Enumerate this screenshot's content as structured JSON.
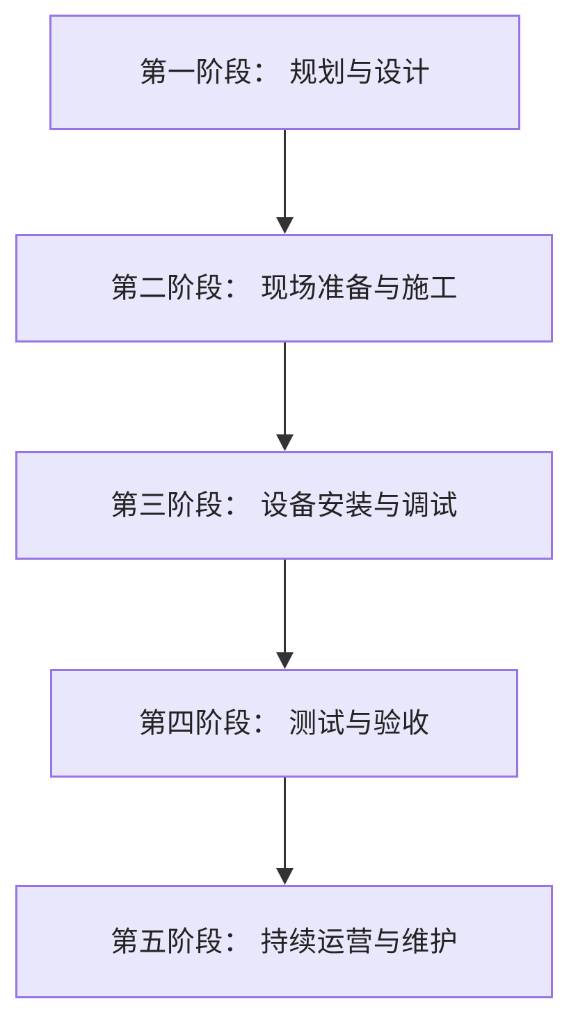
{
  "diagram": {
    "type": "flowchart",
    "orientation": "top-to-bottom",
    "title": "",
    "colors": {
      "node_fill": "#e9e7fb",
      "node_border": "#9875e4",
      "node_text": "#232323",
      "edge": "#333333",
      "background": "#ffffff"
    },
    "nodes": [
      {
        "id": "stage-1",
        "label": "第一阶段： 规划与设计"
      },
      {
        "id": "stage-2",
        "label": "第二阶段： 现场准备与施工"
      },
      {
        "id": "stage-3",
        "label": "第三阶段： 设备安装与调试"
      },
      {
        "id": "stage-4",
        "label": "第四阶段： 测试与验收"
      },
      {
        "id": "stage-5",
        "label": "第五阶段： 持续运营与维护"
      }
    ],
    "edges": [
      {
        "id": "edge-1",
        "from": "stage-1",
        "to": "stage-2",
        "label": "",
        "arrow": "arrow-down-icon"
      },
      {
        "id": "edge-2",
        "from": "stage-2",
        "to": "stage-3",
        "label": "",
        "arrow": "arrow-down-icon"
      },
      {
        "id": "edge-3",
        "from": "stage-3",
        "to": "stage-4",
        "label": "",
        "arrow": "arrow-down-icon"
      },
      {
        "id": "edge-4",
        "from": "stage-4",
        "to": "stage-5",
        "label": "",
        "arrow": "arrow-down-icon"
      }
    ]
  }
}
